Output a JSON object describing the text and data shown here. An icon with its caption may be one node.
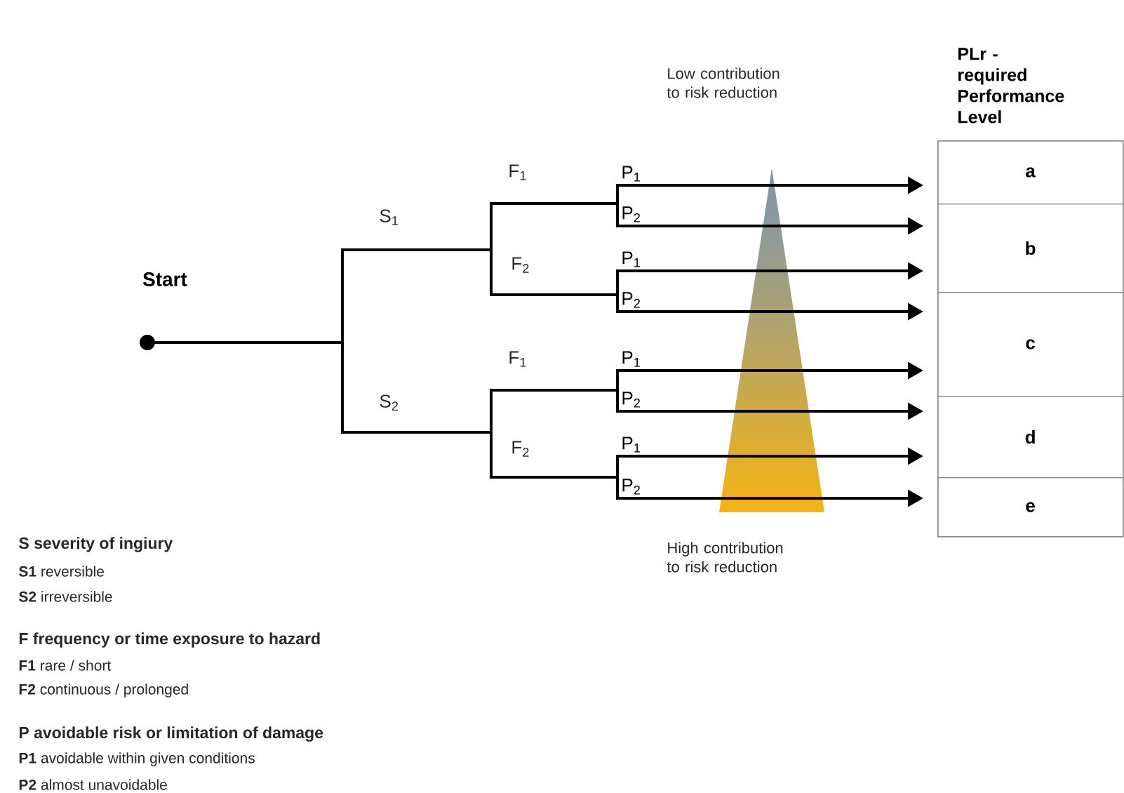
{
  "diagram": {
    "nodes": [
      {
        "text": [],
        "shape": "circle",
        "beside": [
          "Start"
        ]
      },
      {
        "text": [
          "PLr - required Performance Level"
        ]
      },
      {
        "text": [
          "a"
        ],
        "in": 1
      },
      {
        "text": [
          "b"
        ],
        "in": 1
      },
      {
        "text": [
          "c"
        ],
        "in": 1
      },
      {
        "text": [
          "d"
        ],
        "in": 1
      },
      {
        "text": [
          "e"
        ],
        "in": 1
      }
    ],
    "edges": [
      {
        "from": 0,
        "to": 2,
        "arrow": "to",
        "label": "P$_{1}$"
      },
      {
        "from": 0,
        "to": 3,
        "arrow": "to",
        "label": "P$_{2}$"
      },
      {
        "from": 0,
        "to": 3,
        "arrow": "to",
        "label": "P$_{1}$"
      },
      {
        "from": 0,
        "to": 4,
        "arrow": "to",
        "label": "P$_{2}$"
      },
      {
        "from": 0,
        "to": 4,
        "arrow": "to",
        "label": "P$_{1}$"
      },
      {
        "from": 0,
        "to": 5,
        "arrow": "to",
        "label": "P$_{2}$"
      },
      {
        "from": 0,
        "to": 5,
        "arrow": "to",
        "label": "P$_{1}$"
      },
      {
        "from": 0,
        "to": 6,
        "arrow": "to",
        "label": "P$_{2}$"
      }
    ],
    "labels": [
      "Low contribution to risk reduction",
      "F$_{1}$",
      "S$_{1}$",
      "F$_{2}$",
      "F$_{1}$",
      "S$_{2}$",
      "F$_{2}$",
      "S severity of ingiury",
      "High contribution to risk reduction",
      "**S1** reversible",
      "**S2** irreversible",
      "F frequency or time exposure to hazard",
      "**F1** rare / short",
      "**F2** continuous / prolonged",
      "P avoidable risk or limitation of damage",
      "**P1** avoidable within given conditions",
      "**P2** almost unavoidable"
    ]
  }
}
